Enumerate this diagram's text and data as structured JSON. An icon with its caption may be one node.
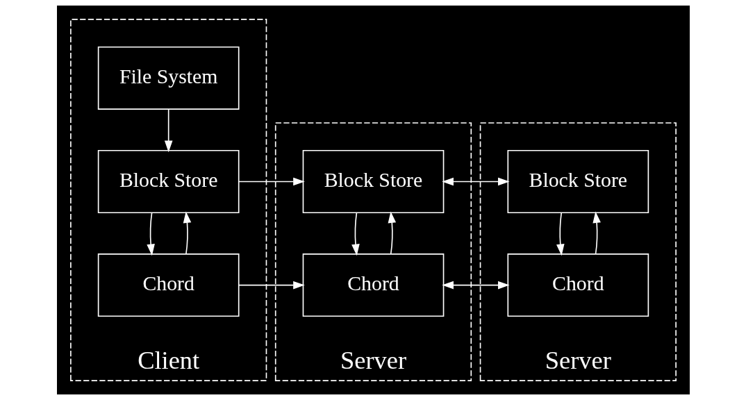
{
  "diagram": {
    "nodes": [
      {
        "text": [
          "Client"
        ]
      },
      {
        "text": [
          "File System"
        ],
        "in": 0
      },
      {
        "text": [
          "Block Store"
        ],
        "in": 0
      },
      {
        "text": [
          "Chord"
        ],
        "in": 0
      },
      {
        "text": [
          "Server"
        ]
      },
      {
        "text": [
          "Block Store"
        ],
        "in": 4
      },
      {
        "text": [
          "Chord"
        ],
        "in": 4
      },
      {
        "text": [
          "Server"
        ]
      },
      {
        "text": [
          "Block Store"
        ],
        "in": 7
      },
      {
        "text": [
          "Chord"
        ],
        "in": 7
      }
    ],
    "edges": [
      {
        "from": 1,
        "to": 2,
        "arrow": "to"
      },
      {
        "from": 2,
        "to": 3,
        "arrow": "to"
      },
      {
        "from": 3,
        "to": 2,
        "arrow": "to"
      },
      {
        "from": 2,
        "to": 5,
        "arrow": "to"
      },
      {
        "from": 3,
        "to": 6,
        "arrow": "to"
      },
      {
        "from": 5,
        "to": 6,
        "arrow": "to"
      },
      {
        "from": 6,
        "to": 5,
        "arrow": "to"
      },
      {
        "from": 5,
        "to": 8,
        "arrow": "both"
      },
      {
        "from": 6,
        "to": 9,
        "arrow": "both"
      },
      {
        "from": 8,
        "to": 9,
        "arrow": "to"
      },
      {
        "from": 9,
        "to": 8,
        "arrow": "to"
      }
    ]
  }
}
